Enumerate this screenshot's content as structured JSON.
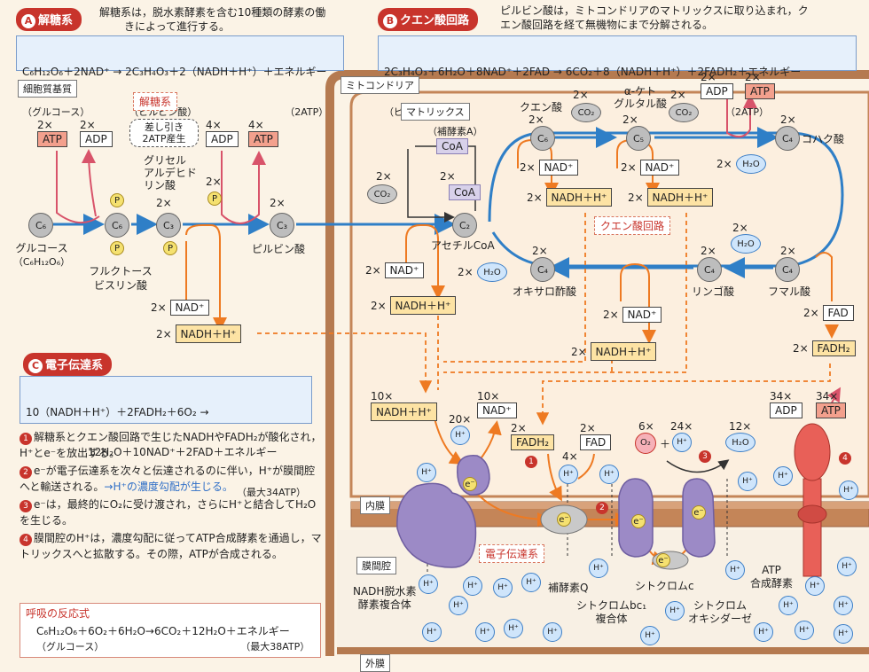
{
  "sectionA": {
    "letter": "A",
    "title": "解糖系",
    "intro_line1": "解糖系は，脱水素酵素を含む10種類の酵素の働",
    "intro_line2": "きによって進行する。",
    "equation_line1": "C₆H₁₂O₆＋2NAD⁺ → 2C₃H₄O₃＋2（NADH＋H⁺）＋エネルギー",
    "equation_line2": "（グルコース）　　　　　（ピルビン酸）　　　　　　　　　　（2ATP）"
  },
  "sectionB": {
    "letter": "B",
    "title": "クエン酸回路",
    "intro_line1": "ピルビン酸は，ミトコンドリアのマトリックスに取り込まれ，ク",
    "intro_line2": "エン酸回路を経て無機物にまで分解される。",
    "equation_line1": "2C₃H₄O₃＋6H₂O＋8NAD⁺＋2FAD → 6CO₂＋8（NADH＋H⁺）＋2FADH₂＋エネルギー",
    "equation_line2": "（ピルビン酸）　　　　　　　　　　　　　　　　　　　　　　　　　　　　　（2ATP）"
  },
  "sectionC": {
    "letter": "C",
    "title": "電子伝達系",
    "equation_line1": "10（NADH＋H⁺）＋2FADH₂＋6O₂ →",
    "equation_line2": "12H₂O＋10NAD⁺＋2FAD＋エネルギー",
    "equation_line3": "（最大34ATP）",
    "steps": [
      {
        "num": "1",
        "text": "解糖系とクエン酸回路で生じたNADHやFADH₂が酸化され，H⁺とe⁻を放出する。"
      },
      {
        "num": "2",
        "text": "e⁻が電子伝達系を次々と伝達されるのに伴い，H⁺が膜間腔へと輸送される。",
        "highlight": "→H⁺の濃度勾配が生じる。"
      },
      {
        "num": "3",
        "text": "e⁻は，最終的にO₂に受け渡され，さらにH⁺と結合してH₂Oを生じる。"
      },
      {
        "num": "4",
        "text": "膜間腔のH⁺は，濃度勾配に従ってATP合成酵素を通過し，マトリックスへと拡散する。その際，ATPが合成される。"
      }
    ]
  },
  "respiration": {
    "title": "呼吸の反応式",
    "equation_line1": "C₆H₁₂O₆＋6O₂＋6H₂O→6CO₂＋12H₂O＋エネルギー",
    "equation_line2": "（グルコース）　　　　　　　　　　　　　　　（最大38ATP）"
  },
  "regions": {
    "cytoplasm": "細胞質基質",
    "mitochondria": "ミトコンドリア",
    "matrix": "マトリックス",
    "inner_membrane": "内膜",
    "intermembrane": "膜間腔",
    "outer_membrane": "外膜"
  },
  "glycolysis": {
    "label": "解糖系",
    "note_line1": "差し引き",
    "note_line2": "2ATP産生",
    "glucose": "グルコース",
    "glucose_formula": "（C₆H₁₂O₆）",
    "fructose_line1": "フルクトース",
    "fructose_line2": "ビスリン酸",
    "g3p_line1": "グリセル",
    "g3p_line2": "アルデヒド",
    "g3p_line3": "リン酸",
    "pyruvate": "ピルビン酸",
    "c6": "C₆",
    "c3": "C₃",
    "p": "P",
    "atp": "ATP",
    "adp": "ADP",
    "nad": "NAD⁺",
    "nadh": "NADH＋H⁺",
    "two_x": "2×",
    "four_x": "4×"
  },
  "citric": {
    "label": "クエン酸回路",
    "coenzyme_a": "（補酵素A）",
    "coa": "CoA",
    "acetyl_coa": "アセチルCoA",
    "citric_acid": "クエン酸",
    "ketoglutarate_line1": "α-ケト",
    "ketoglutarate_line2": "グルタル酸",
    "succinic": "コハク酸",
    "fumaric": "フマル酸",
    "malic": "リンゴ酸",
    "oxaloacetic": "オキサロ酢酸",
    "co2": "CO₂",
    "h2o": "H₂O",
    "c2": "C₂",
    "c4": "C₄",
    "c5": "C₅",
    "c6": "C₆",
    "fad": "FAD",
    "fadh2": "FADH₂",
    "nad": "NAD⁺",
    "nadh": "NADH＋H⁺",
    "atp": "ATP",
    "adp": "ADP",
    "two_x": "2×"
  },
  "etc": {
    "label": "電子伝達系",
    "ten_x": "10×",
    "twenty_x": "20×",
    "six_x": "6×",
    "twentyfour_x": "24×",
    "twelve_x": "12×",
    "thirtyfour_x": "34×",
    "four_x": "4×",
    "two_x": "2×",
    "nadh": "NADH＋H⁺",
    "nad": "NAD⁺",
    "fadh2": "FADH₂",
    "fad": "FAD",
    "o2": "O₂",
    "hplus": "H⁺",
    "h2o": "H₂O",
    "plus": "＋",
    "atp": "ATP",
    "adp": "ADP",
    "eminus": "e⁻",
    "complex1_line1": "NADH脱水素",
    "complex1_line2": "酵素複合体",
    "ubiquinone": "補酵素Q",
    "bc1_line1": "シトクロムbc₁",
    "bc1_line2": "複合体",
    "cytc": "シトクロムc",
    "oxidase_line1": "シトクロム",
    "oxidase_line2": "オキシダーゼ",
    "atp_synthase_line1": "ATP",
    "atp_synthase_line2": "合成酵素",
    "step1": "1",
    "step2": "2",
    "step3": "3",
    "step4": "4"
  },
  "colors": {
    "red": "#c8342c",
    "orange": "#ee7a22",
    "blue": "#2f7fc7",
    "membrane": "#c48558",
    "matrix_bg": "#fbeee0",
    "protein": "#9c8ac6"
  }
}
